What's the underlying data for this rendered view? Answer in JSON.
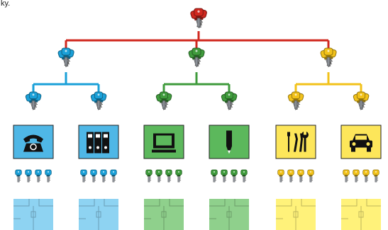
{
  "clipped_text": "ky.",
  "colors": {
    "master": "#d0281f",
    "blue": "#1aa0d8",
    "green": "#3f9b3c",
    "yellow": "#f2c21a",
    "panel_blue": "#4fb7e6",
    "panel_green": "#5cb85c",
    "panel_yellow": "#fde65a",
    "room_blue": "#8ed3f2",
    "room_green": "#8fd08c",
    "room_yellow": "#fff27a"
  },
  "master_key": {
    "color": "master",
    "icon": "master-key-cluster-icon"
  },
  "groups": [
    {
      "name": "blue",
      "color": "blue",
      "panel_color": "panel_blue",
      "room_color": "room_blue",
      "departments": [
        {
          "icon": "telephone-icon"
        },
        {
          "icon": "binders-icon"
        }
      ]
    },
    {
      "name": "green",
      "color": "green",
      "panel_color": "panel_green",
      "room_color": "room_green",
      "departments": [
        {
          "icon": "computer-monitor-icon"
        },
        {
          "icon": "pencil-icon"
        }
      ]
    },
    {
      "name": "yellow",
      "color": "yellow",
      "panel_color": "panel_yellow",
      "room_color": "room_yellow",
      "departments": [
        {
          "icon": "tools-icon"
        },
        {
          "icon": "car-icon"
        }
      ]
    }
  ],
  "keys_per_department": 4
}
